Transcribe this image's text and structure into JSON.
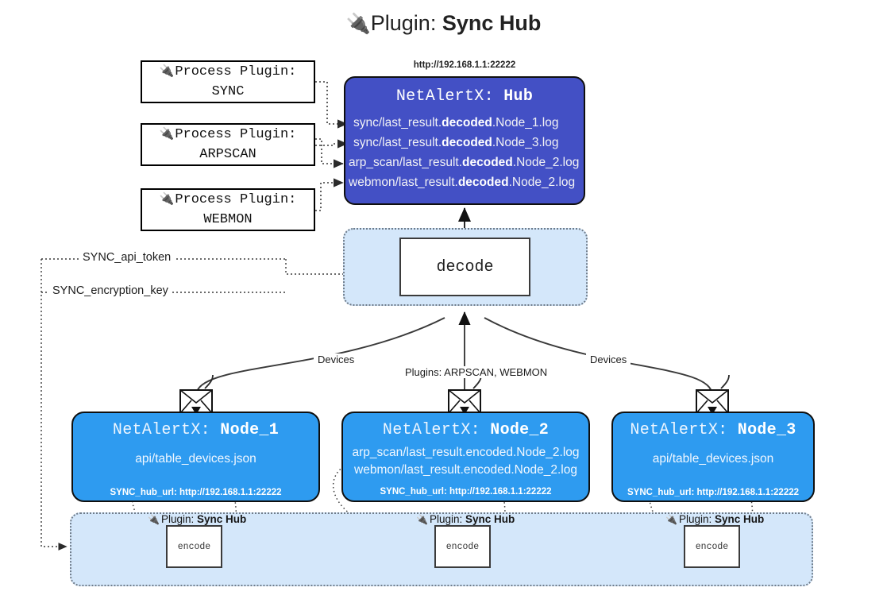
{
  "title": {
    "icon": "plug-icon",
    "prefix": "Plugin:",
    "name": "Sync Hub"
  },
  "process_plugins": [
    {
      "icon": "plug-icon",
      "line1": "Process Plugin:",
      "line2": "SYNC"
    },
    {
      "icon": "plug-icon",
      "line1": "Process Plugin:",
      "line2": "ARPSCAN"
    },
    {
      "icon": "plug-icon",
      "line1": "Process Plugin:",
      "line2": "WEBMON"
    }
  ],
  "hub": {
    "url": "http://192.168.1.1:22222",
    "title_prefix": "NetAlertX:",
    "title_name": "Hub",
    "color": "#4350c5",
    "logs": [
      {
        "pre": "sync/last_result.",
        "bold": "decoded",
        "post": ".Node_1.log"
      },
      {
        "pre": "sync/last_result.",
        "bold": "decoded",
        "post": ".Node_3.log"
      },
      {
        "pre": "arp_scan/last_result.",
        "bold": "decoded",
        "post": ".Node_2.log"
      },
      {
        "pre": "webmon/last_result.",
        "bold": "decoded",
        "post": ".Node_2.log"
      }
    ]
  },
  "decode": {
    "label": "decode",
    "band_color": "#d4e7fa"
  },
  "keys": [
    {
      "label": "SYNC_api_token"
    },
    {
      "label": "SYNC_encryption_key"
    }
  ],
  "edge_labels": {
    "left_devices": "Devices",
    "right_devices": "Devices",
    "center_plugins": "Plugins: ARPSCAN, WEBMON"
  },
  "nodes": [
    {
      "icon": "envelope-icon",
      "title_prefix": "NetAlertX:",
      "title_name": "Node_1",
      "lines": [
        "api/table_devices.json"
      ],
      "hub_url": "SYNC_hub_url: http://192.168.1.1:22222",
      "color": "#2e9bf0"
    },
    {
      "icon": "envelope-icon",
      "title_prefix": "NetAlertX:",
      "title_name": "Node_2",
      "lines": [
        "arp_scan/last_result.encoded.Node_2.log",
        "webmon/last_result.encoded.Node_2.log"
      ],
      "hub_url": "SYNC_hub_url: http://192.168.1.1:22222",
      "color": "#2e9bf0"
    },
    {
      "icon": "envelope-icon",
      "title_prefix": "NetAlertX:",
      "title_name": "Node_3",
      "lines": [
        "api/table_devices.json"
      ],
      "hub_url": "SYNC_hub_url: http://192.168.1.1:22222",
      "color": "#2e9bf0"
    }
  ],
  "encode_band": {
    "color": "#d4e7fa",
    "slots": [
      {
        "icon": "plug-icon",
        "prefix": "Plugin:",
        "name": "Sync Hub",
        "box_label": "encode"
      },
      {
        "icon": "plug-icon",
        "prefix": "Plugin:",
        "name": "Sync Hub",
        "box_label": "encode"
      },
      {
        "icon": "plug-icon",
        "prefix": "Plugin:",
        "name": "Sync Hub",
        "box_label": "encode"
      }
    ]
  }
}
